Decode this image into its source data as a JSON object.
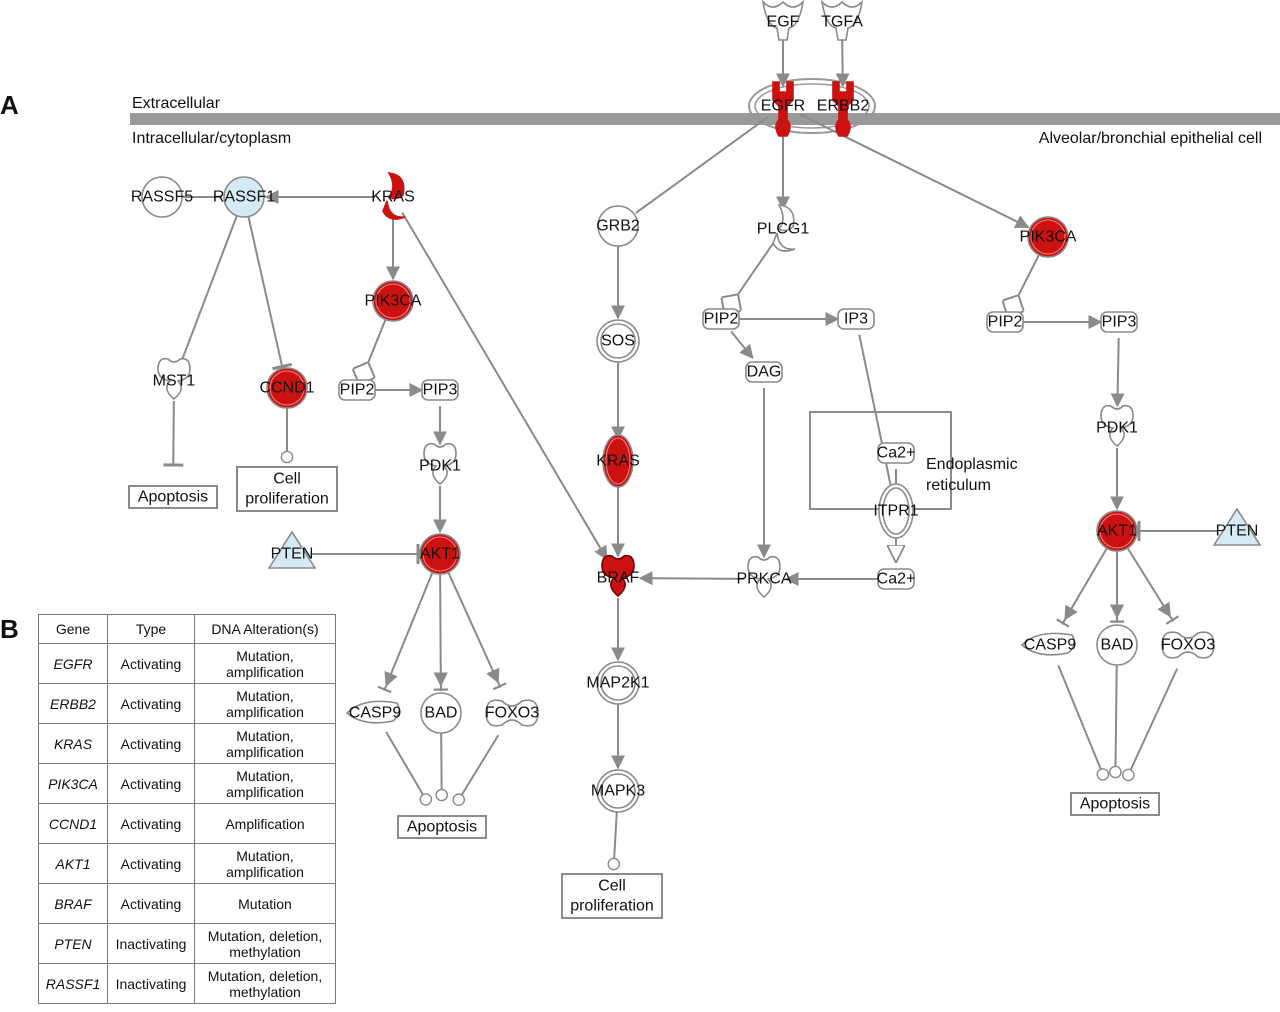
{
  "panels": {
    "a": "A",
    "b": "B"
  },
  "regions": {
    "extracellular": "Extracellular",
    "intracellular": "Intracellular/cytoplasm",
    "cell_type": "Alveolar/bronchial epithelial cell",
    "er": "Endoplasmic\nreticulum"
  },
  "colors": {
    "activated": "#cc1111",
    "inhibited": "#d4eaf5",
    "edge": "#8a8a8a",
    "membrane": "#999999"
  },
  "nodes": [
    {
      "id": "EGF",
      "label": "EGF",
      "shape": "ligand",
      "state": "none"
    },
    {
      "id": "TGFA",
      "label": "TGFA",
      "shape": "ligand",
      "state": "none"
    },
    {
      "id": "EGFR",
      "label": "EGFR",
      "shape": "receptor",
      "state": "activated"
    },
    {
      "id": "ERBB2",
      "label": "ERBB2",
      "shape": "receptor",
      "state": "activated"
    },
    {
      "id": "RASSF5",
      "label": "RASSF5",
      "shape": "circle",
      "state": "none"
    },
    {
      "id": "RASSF1",
      "label": "RASSF1",
      "shape": "circle",
      "state": "inhibited"
    },
    {
      "id": "KRAS_L",
      "label": "KRAS",
      "shape": "enzyme",
      "state": "activated"
    },
    {
      "id": "PIK3CA_L",
      "label": "PIK3CA",
      "shape": "circle",
      "state": "activated"
    },
    {
      "id": "MST1",
      "label": "MST1",
      "shape": "kinase",
      "state": "none"
    },
    {
      "id": "CCND1",
      "label": "CCND1",
      "shape": "circle",
      "state": "activated"
    },
    {
      "id": "PIP2_L",
      "label": "PIP2",
      "shape": "chem",
      "state": "none"
    },
    {
      "id": "PIP3_L",
      "label": "PIP3",
      "shape": "chem",
      "state": "none"
    },
    {
      "id": "PDK1_L",
      "label": "PDK1",
      "shape": "kinase",
      "state": "none"
    },
    {
      "id": "APOP_MST1",
      "label": "Apoptosis",
      "shape": "box",
      "state": "none"
    },
    {
      "id": "PROLIF_L",
      "label": "Cell\nproliferation",
      "shape": "box",
      "state": "none"
    },
    {
      "id": "PTEN_L",
      "label": "PTEN",
      "shape": "triangle",
      "state": "inhibited"
    },
    {
      "id": "AKT1_L",
      "label": "AKT1",
      "shape": "circle",
      "state": "activated"
    },
    {
      "id": "CASP9_L",
      "label": "CASP9",
      "shape": "peptidase",
      "state": "none"
    },
    {
      "id": "BAD_L",
      "label": "BAD",
      "shape": "circle",
      "state": "none"
    },
    {
      "id": "FOXO3_L",
      "label": "FOXO3",
      "shape": "tf",
      "state": "none"
    },
    {
      "id": "APOP_L",
      "label": "Apoptosis",
      "shape": "box",
      "state": "none"
    },
    {
      "id": "GRB2",
      "label": "GRB2",
      "shape": "circle",
      "state": "none"
    },
    {
      "id": "SOS",
      "label": "SOS",
      "shape": "dcircle",
      "state": "none"
    },
    {
      "id": "KRAS_M",
      "label": "KRAS",
      "shape": "ellipse",
      "state": "activated"
    },
    {
      "id": "BRAF",
      "label": "BRAF",
      "shape": "kinase",
      "state": "activated"
    },
    {
      "id": "MAP2K1",
      "label": "MAP2K1",
      "shape": "dcircle",
      "state": "none"
    },
    {
      "id": "MAPK3",
      "label": "MAPK3",
      "shape": "dcircle",
      "state": "none"
    },
    {
      "id": "PROLIF_M",
      "label": "Cell\nproliferation",
      "shape": "box",
      "state": "none"
    },
    {
      "id": "PLCG1",
      "label": "PLCG1",
      "shape": "enzyme",
      "state": "none"
    },
    {
      "id": "PIP2_M",
      "label": "PIP2",
      "shape": "chem",
      "state": "none"
    },
    {
      "id": "IP3",
      "label": "IP3",
      "shape": "chem",
      "state": "none"
    },
    {
      "id": "DAG",
      "label": "DAG",
      "shape": "chem",
      "state": "none"
    },
    {
      "id": "CA_ER",
      "label": "Ca2+",
      "shape": "chem",
      "state": "none"
    },
    {
      "id": "ITPR1",
      "label": "ITPR1",
      "shape": "dellipse",
      "state": "none"
    },
    {
      "id": "CA_CYT",
      "label": "Ca2+",
      "shape": "chem",
      "state": "none"
    },
    {
      "id": "PRKCA",
      "label": "PRKCA",
      "shape": "kinase",
      "state": "none"
    },
    {
      "id": "PIK3CA_R",
      "label": "PIK3CA",
      "shape": "circle",
      "state": "activated"
    },
    {
      "id": "PIP2_R",
      "label": "PIP2",
      "shape": "chem",
      "state": "none"
    },
    {
      "id": "PIP3_R",
      "label": "PIP3",
      "shape": "chem",
      "state": "none"
    },
    {
      "id": "PDK1_R",
      "label": "PDK1",
      "shape": "kinase",
      "state": "none"
    },
    {
      "id": "AKT1_R",
      "label": "AKT1",
      "shape": "circle",
      "state": "activated"
    },
    {
      "id": "PTEN_R",
      "label": "PTEN",
      "shape": "triangle",
      "state": "inhibited"
    },
    {
      "id": "CASP9_R",
      "label": "CASP9",
      "shape": "peptidase",
      "state": "none"
    },
    {
      "id": "BAD_R",
      "label": "BAD",
      "shape": "circle",
      "state": "none"
    },
    {
      "id": "FOXO3_R",
      "label": "FOXO3",
      "shape": "tf",
      "state": "none"
    },
    {
      "id": "APOP_R",
      "label": "Apoptosis",
      "shape": "box",
      "state": "none"
    }
  ],
  "edges": [
    {
      "from": "EGF",
      "to": "EGFR",
      "type": "activate"
    },
    {
      "from": "TGFA",
      "to": "ERBB2",
      "type": "activate"
    },
    {
      "from": "EGFR",
      "to": "GRB2",
      "type": "line"
    },
    {
      "from": "EGFR",
      "to": "PLCG1",
      "type": "activate"
    },
    {
      "from": "EGFR",
      "to": "PIK3CA_R",
      "type": "activate"
    },
    {
      "from": "RASSF5",
      "to": "RASSF1",
      "type": "line"
    },
    {
      "from": "KRAS_L",
      "to": "RASSF1",
      "type": "activate"
    },
    {
      "from": "KRAS_L",
      "to": "PIK3CA_L",
      "type": "activate"
    },
    {
      "from": "KRAS_L",
      "to": "BRAF",
      "type": "activate"
    },
    {
      "from": "RASSF1",
      "to": "MST1",
      "type": "line"
    },
    {
      "from": "RASSF1",
      "to": "CCND1",
      "type": "inhibit"
    },
    {
      "from": "MST1",
      "to": "APOP_MST1",
      "type": "inhibit"
    },
    {
      "from": "CCND1",
      "to": "PROLIF_L",
      "type": "leads"
    },
    {
      "from": "PIK3CA_L",
      "to": "PIP2_L",
      "type": "catalysis"
    },
    {
      "from": "PIP2_L",
      "to": "PIP3_L",
      "type": "activate"
    },
    {
      "from": "PIP3_L",
      "to": "PDK1_L",
      "type": "activate"
    },
    {
      "from": "PDK1_L",
      "to": "AKT1_L",
      "type": "activate"
    },
    {
      "from": "PTEN_L",
      "to": "AKT1_L",
      "type": "inhibit"
    },
    {
      "from": "AKT1_L",
      "to": "CASP9_L",
      "type": "activate-inhibit"
    },
    {
      "from": "AKT1_L",
      "to": "BAD_L",
      "type": "activate-inhibit"
    },
    {
      "from": "AKT1_L",
      "to": "FOXO3_L",
      "type": "activate-inhibit"
    },
    {
      "from": "CASP9_L",
      "to": "APOP_L",
      "type": "leads"
    },
    {
      "from": "BAD_L",
      "to": "APOP_L",
      "type": "leads"
    },
    {
      "from": "FOXO3_L",
      "to": "APOP_L",
      "type": "leads"
    },
    {
      "from": "GRB2",
      "to": "SOS",
      "type": "activate"
    },
    {
      "from": "SOS",
      "to": "KRAS_M",
      "type": "activate"
    },
    {
      "from": "KRAS_M",
      "to": "BRAF",
      "type": "activate"
    },
    {
      "from": "BRAF",
      "to": "MAP2K1",
      "type": "activate"
    },
    {
      "from": "MAP2K1",
      "to": "MAPK3",
      "type": "activate"
    },
    {
      "from": "MAPK3",
      "to": "PROLIF_M",
      "type": "leads"
    },
    {
      "from": "PLCG1",
      "to": "PIP2_M",
      "type": "catalysis"
    },
    {
      "from": "PIP2_M",
      "to": "IP3",
      "type": "activate"
    },
    {
      "from": "PIP2_M",
      "to": "DAG",
      "type": "activate"
    },
    {
      "from": "IP3",
      "to": "ITPR1",
      "type": "line"
    },
    {
      "from": "CA_ER",
      "to": "ITPR1",
      "type": "line"
    },
    {
      "from": "ITPR1",
      "to": "CA_CYT",
      "type": "translocate"
    },
    {
      "from": "DAG",
      "to": "PRKCA",
      "type": "activate"
    },
    {
      "from": "CA_CYT",
      "to": "PRKCA",
      "type": "activate"
    },
    {
      "from": "PRKCA",
      "to": "BRAF",
      "type": "activate"
    },
    {
      "from": "PIK3CA_R",
      "to": "PIP2_R",
      "type": "catalysis"
    },
    {
      "from": "PIP2_R",
      "to": "PIP3_R",
      "type": "activate"
    },
    {
      "from": "PIP3_R",
      "to": "PDK1_R",
      "type": "activate"
    },
    {
      "from": "PDK1_R",
      "to": "AKT1_R",
      "type": "activate"
    },
    {
      "from": "PTEN_R",
      "to": "AKT1_R",
      "type": "inhibit"
    },
    {
      "from": "AKT1_R",
      "to": "CASP9_R",
      "type": "activate-inhibit"
    },
    {
      "from": "AKT1_R",
      "to": "BAD_R",
      "type": "activate-inhibit"
    },
    {
      "from": "AKT1_R",
      "to": "FOXO3_R",
      "type": "activate-inhibit"
    },
    {
      "from": "CASP9_R",
      "to": "APOP_R",
      "type": "leads"
    },
    {
      "from": "BAD_R",
      "to": "APOP_R",
      "type": "leads"
    },
    {
      "from": "FOXO3_R",
      "to": "APOP_R",
      "type": "leads"
    }
  ],
  "table": {
    "headers": [
      "Gene",
      "Type",
      "DNA Alteration(s)"
    ],
    "rows": [
      {
        "gene": "EGFR",
        "type": "Activating",
        "alteration": "Mutation, amplification"
      },
      {
        "gene": "ERBB2",
        "type": "Activating",
        "alteration": "Mutation, amplification"
      },
      {
        "gene": "KRAS",
        "type": "Activating",
        "alteration": "Mutation, amplification"
      },
      {
        "gene": "PIK3CA",
        "type": "Activating",
        "alteration": "Mutation, amplification"
      },
      {
        "gene": "CCND1",
        "type": "Activating",
        "alteration": "Amplification"
      },
      {
        "gene": "AKT1",
        "type": "Activating",
        "alteration": "Mutation, amplification"
      },
      {
        "gene": "BRAF",
        "type": "Activating",
        "alteration": "Mutation"
      },
      {
        "gene": "PTEN",
        "type": "Inactivating",
        "alteration": "Mutation, deletion, methylation"
      },
      {
        "gene": "RASSF1",
        "type": "Inactivating",
        "alteration": "Mutation, deletion, methylation"
      }
    ]
  }
}
